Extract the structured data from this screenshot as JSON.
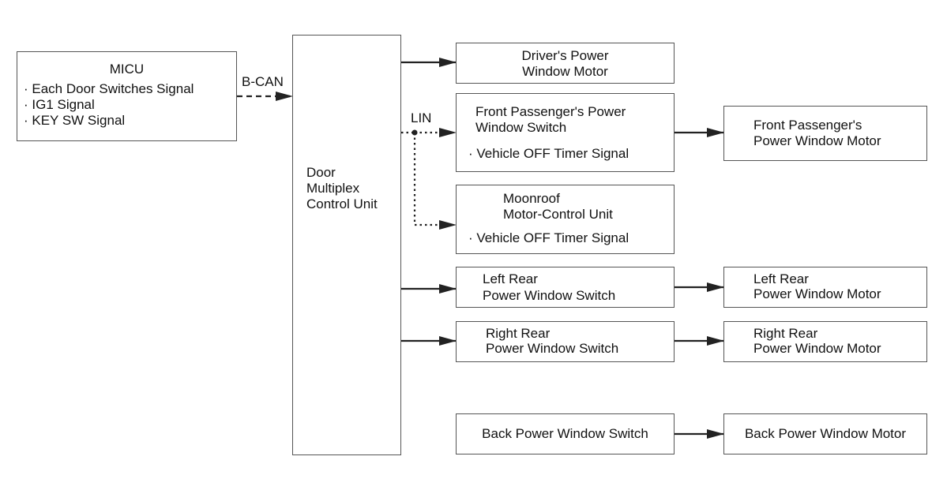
{
  "colors": {
    "line": "#222222",
    "border": "#555555",
    "text": "#111111"
  },
  "micu": {
    "title": "MICU",
    "signals": [
      "· Each Door Switches Signal",
      "· IG1 Signal",
      "· KEY SW Signal"
    ]
  },
  "links": {
    "bcan": "B-CAN",
    "lin": "LIN"
  },
  "door_unit": {
    "lines": [
      "Door",
      "Multiplex",
      "Control Unit"
    ]
  },
  "driver_motor": {
    "lines": [
      "Driver's Power",
      "Window Motor"
    ]
  },
  "front_passenger_switch": {
    "lines": [
      "Front Passenger's Power",
      "Window Switch"
    ],
    "signal": "· Vehicle OFF Timer Signal"
  },
  "front_passenger_motor": {
    "lines": [
      "Front Passenger's",
      "Power Window Motor"
    ]
  },
  "moonroof_unit": {
    "lines": [
      "Moonroof",
      "Motor-Control Unit"
    ],
    "signal": "· Vehicle OFF Timer Signal"
  },
  "left_rear_switch": {
    "lines": [
      "Left Rear",
      "Power Window Switch"
    ]
  },
  "left_rear_motor": {
    "lines": [
      "Left Rear",
      "Power Window Motor"
    ]
  },
  "right_rear_switch": {
    "lines": [
      "Right Rear",
      "Power Window Switch"
    ]
  },
  "right_rear_motor": {
    "lines": [
      "Right Rear",
      "Power Window Motor"
    ]
  },
  "back_switch": {
    "label": "Back Power Window Switch"
  },
  "back_motor": {
    "label": "Back Power Window Motor"
  }
}
